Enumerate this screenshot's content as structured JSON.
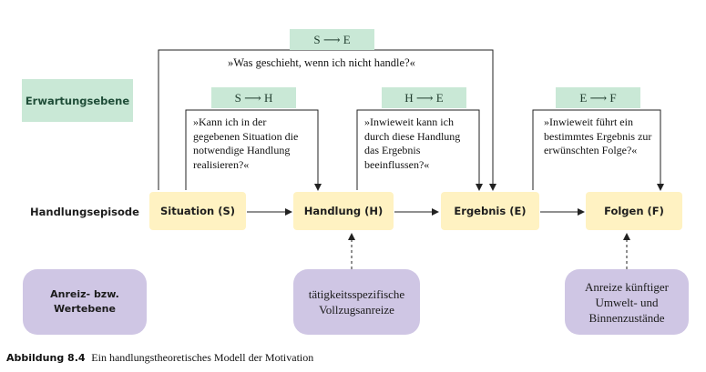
{
  "levels": {
    "expectation": "Erwartungsebene",
    "action_episode": "Handlungsepisode",
    "incentive_value": "Anreiz- bzw. Wertebene"
  },
  "expectation_labels": {
    "s_e": "S ⟶ E",
    "s_h": "S ⟶ H",
    "h_e": "H ⟶ E",
    "e_f": "E ⟶ F"
  },
  "questions": {
    "s_e": "»Was geschieht, wenn ich nicht handle?«",
    "s_h": "»Kann ich in der gegebenen Situation die notwendige Handlung realisieren?«",
    "h_e": "»Inwieweit kann ich durch diese Handlung das Ergebnis beeinflussen?«",
    "e_f": "»Inwieweit führt ein bestimmtes Ergebnis zur erwünschten Folge?«"
  },
  "nodes": {
    "situation": "Situation (S)",
    "handlung": "Handlung (H)",
    "ergebnis": "Ergebnis (E)",
    "folgen": "Folgen (F)"
  },
  "incentives": {
    "activity": "tätigkeitsspezifische Vollzugsanreize",
    "future": "Anreize künftiger Umwelt- und Binnenzustände"
  },
  "caption": {
    "number": "Abbildung 8.4",
    "text": "Ein handlungstheoretisches Modell der Motivation"
  }
}
